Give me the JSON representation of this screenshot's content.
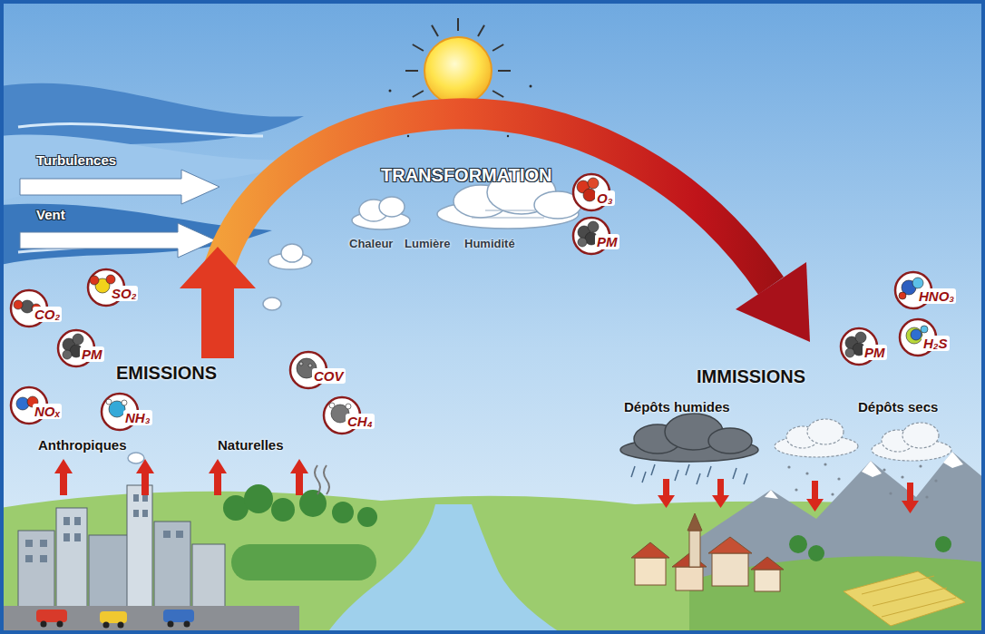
{
  "diagram": {
    "nodes": [
      {
        "text": [
          "O₃"
        ]
      },
      {
        "text": [
          "PM"
        ]
      },
      {
        "text": [
          "CO₂"
        ]
      },
      {
        "text": [
          "SO₂"
        ]
      },
      {
        "text": [
          "PM"
        ]
      },
      {
        "text": [
          "NOₓ"
        ]
      },
      {
        "text": [
          "NH₃"
        ]
      },
      {
        "text": [
          "COV"
        ]
      },
      {
        "text": [
          "CH₄"
        ]
      },
      {
        "text": [
          "PM"
        ]
      },
      {
        "text": [
          "HNO₃"
        ]
      },
      {
        "text": [
          "H₂S"
        ]
      }
    ],
    "labels": [
      "Turbulences",
      "Vent",
      "TRANSFORMATION",
      "Chaleur",
      "Lumière",
      "Humidité",
      "EMISSIONS",
      "Anthropiques",
      "Naturelles",
      "IMMISSIONS",
      "Dépôts humides",
      "Dépôts secs"
    ]
  }
}
